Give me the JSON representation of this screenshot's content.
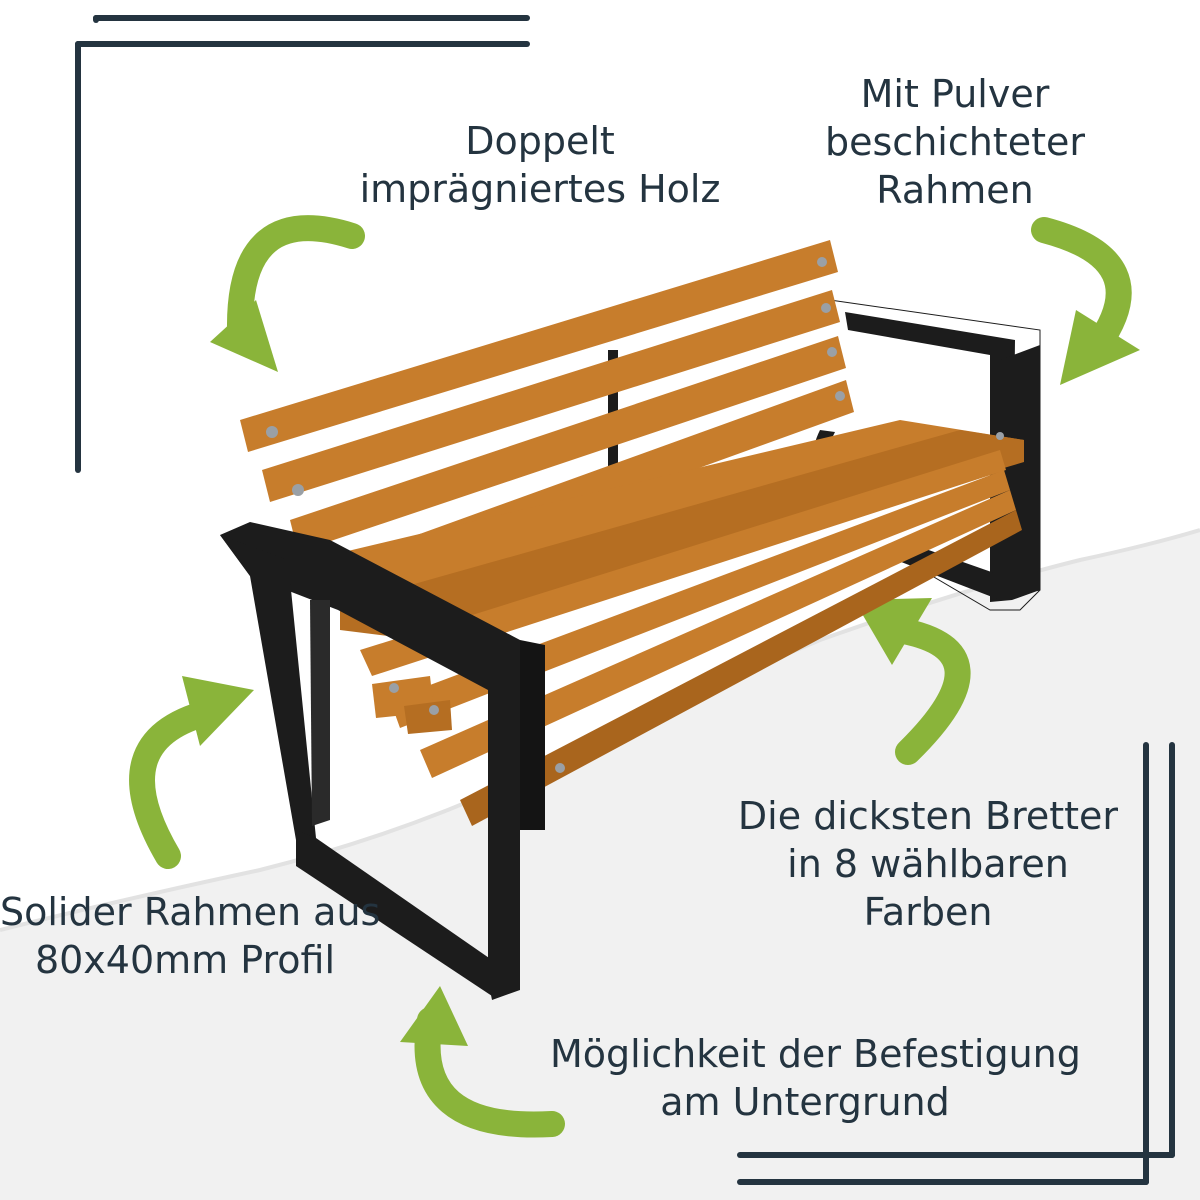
{
  "colors": {
    "frame_line": "#243440",
    "text": "#243440",
    "arrow": "#8ab43a",
    "wood": "#c77d2c",
    "wood_dark": "#a9651d",
    "metal": "#1c1c1c",
    "paper": "#f1f1f1"
  },
  "labels": {
    "wood": [
      "Doppelt",
      "imprägniertes Holz"
    ],
    "frame": [
      "Mit Pulver",
      "beschichteter",
      "Rahmen"
    ],
    "boards": [
      "Die dicksten Bretter",
      "in 8 wählbaren",
      "Farben"
    ],
    "profile": [
      "Solider Rahmen aus",
      "80x40mm Profil"
    ],
    "mounting": [
      "Möglichkeit der Befestigung",
      "am Untergrund"
    ]
  },
  "arrows": [
    "curved-arrow-icon",
    "curved-arrow-icon",
    "curved-arrow-icon",
    "curved-arrow-icon",
    "curved-arrow-icon"
  ],
  "product_image": "park-bench-image"
}
